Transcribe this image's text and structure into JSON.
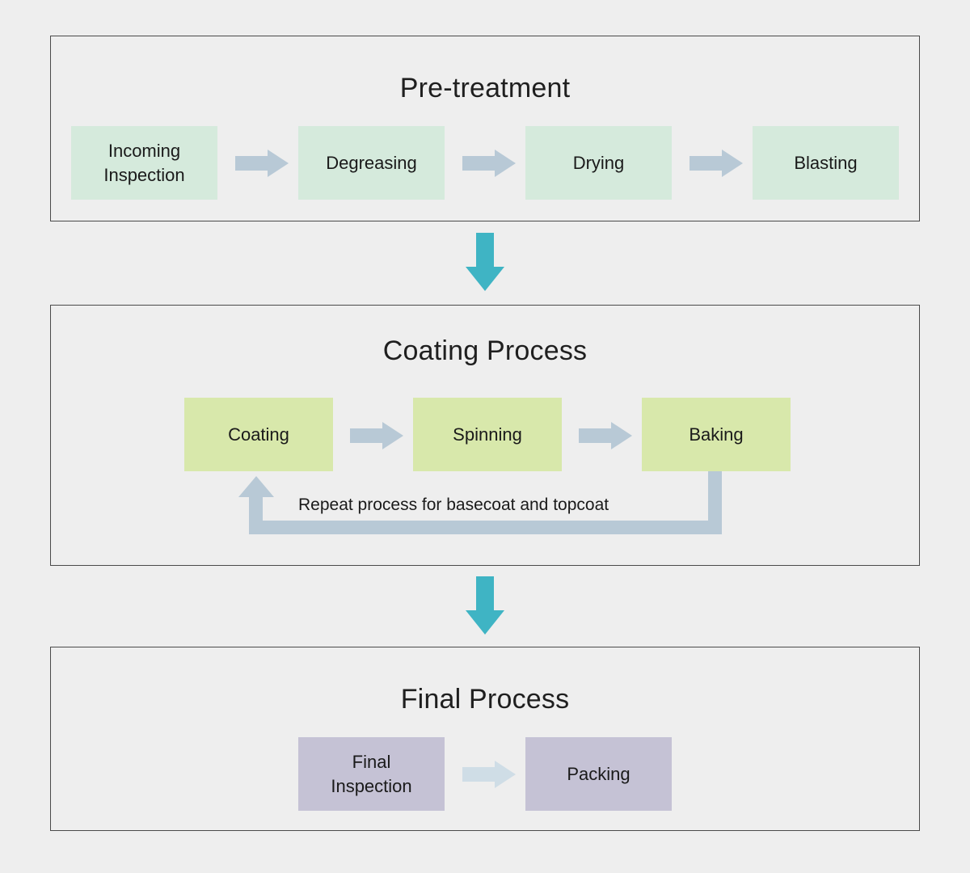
{
  "colors": {
    "page_background": "#eeeeee",
    "section_border": "#4a4a4a",
    "pretreatment_node": "#d5eadc",
    "coating_node": "#d8e8ab",
    "final_node": "#c5c2d5",
    "step_arrow": "#b8c9d6",
    "final_step_arrow": "#cfdde6",
    "stage_arrow": "#3fb4c4",
    "loop_arrow": "#b8c9d6",
    "text": "#1a1a1a"
  },
  "sections": {
    "pretreatment": {
      "title": "Pre-treatment",
      "nodes": [
        {
          "label": "Incoming\nInspection",
          "line1": "Incoming",
          "line2": "Inspection"
        },
        {
          "label": "Degreasing",
          "line1": "Degreasing",
          "line2": ""
        },
        {
          "label": "Drying",
          "line1": "Drying",
          "line2": ""
        },
        {
          "label": "Blasting",
          "line1": "Blasting",
          "line2": ""
        }
      ]
    },
    "coating": {
      "title": "Coating Process",
      "nodes": [
        {
          "label": "Coating"
        },
        {
          "label": "Spinning"
        },
        {
          "label": "Baking"
        }
      ],
      "loop_label": "Repeat process for basecoat and topcoat"
    },
    "final": {
      "title": "Final Process",
      "nodes": [
        {
          "label": "Final\nInspection",
          "line1": "Final",
          "line2": "Inspection"
        },
        {
          "label": "Packing",
          "line1": "Packing",
          "line2": ""
        }
      ]
    }
  },
  "connectors": {
    "pretreatment_to_coating": "down-arrow",
    "coating_to_final": "down-arrow"
  }
}
